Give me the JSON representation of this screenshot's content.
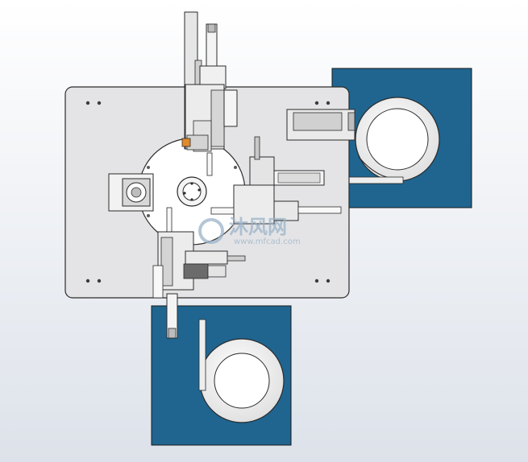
{
  "drawing": {
    "title": "",
    "colors": {
      "background_top": "#ffffff",
      "background_bottom": "#dfe3ea",
      "plate": "#e4e4e6",
      "blue_base": "#1f6590",
      "outline": "#2b2b2b",
      "accent_orange": "#e08a2a",
      "watermark": "#9bb3c9"
    },
    "parts": [
      "main-base-plate",
      "rotary-indexing-disc",
      "center-hub",
      "top-vertical-cylinder-assembly",
      "right-feeding-assembly",
      "bottom-cylinder-assembly",
      "left-motor-block",
      "right-vibratory-bowl-feeder",
      "bottom-vibratory-bowl-feeder",
      "right-blue-base",
      "bottom-blue-base"
    ]
  },
  "watermark": {
    "brand": "沐风网",
    "url": "www.mfcad.com"
  }
}
